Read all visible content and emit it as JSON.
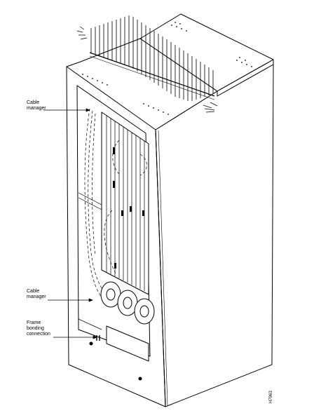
{
  "callouts": {
    "top_cable_manager": [
      "Cable",
      "manager"
    ],
    "lower_cable_manager": [
      "Cable",
      "manager"
    ],
    "frame_bonding": [
      "Frame",
      "bonding",
      "connection"
    ]
  },
  "figure_id": "H7963"
}
